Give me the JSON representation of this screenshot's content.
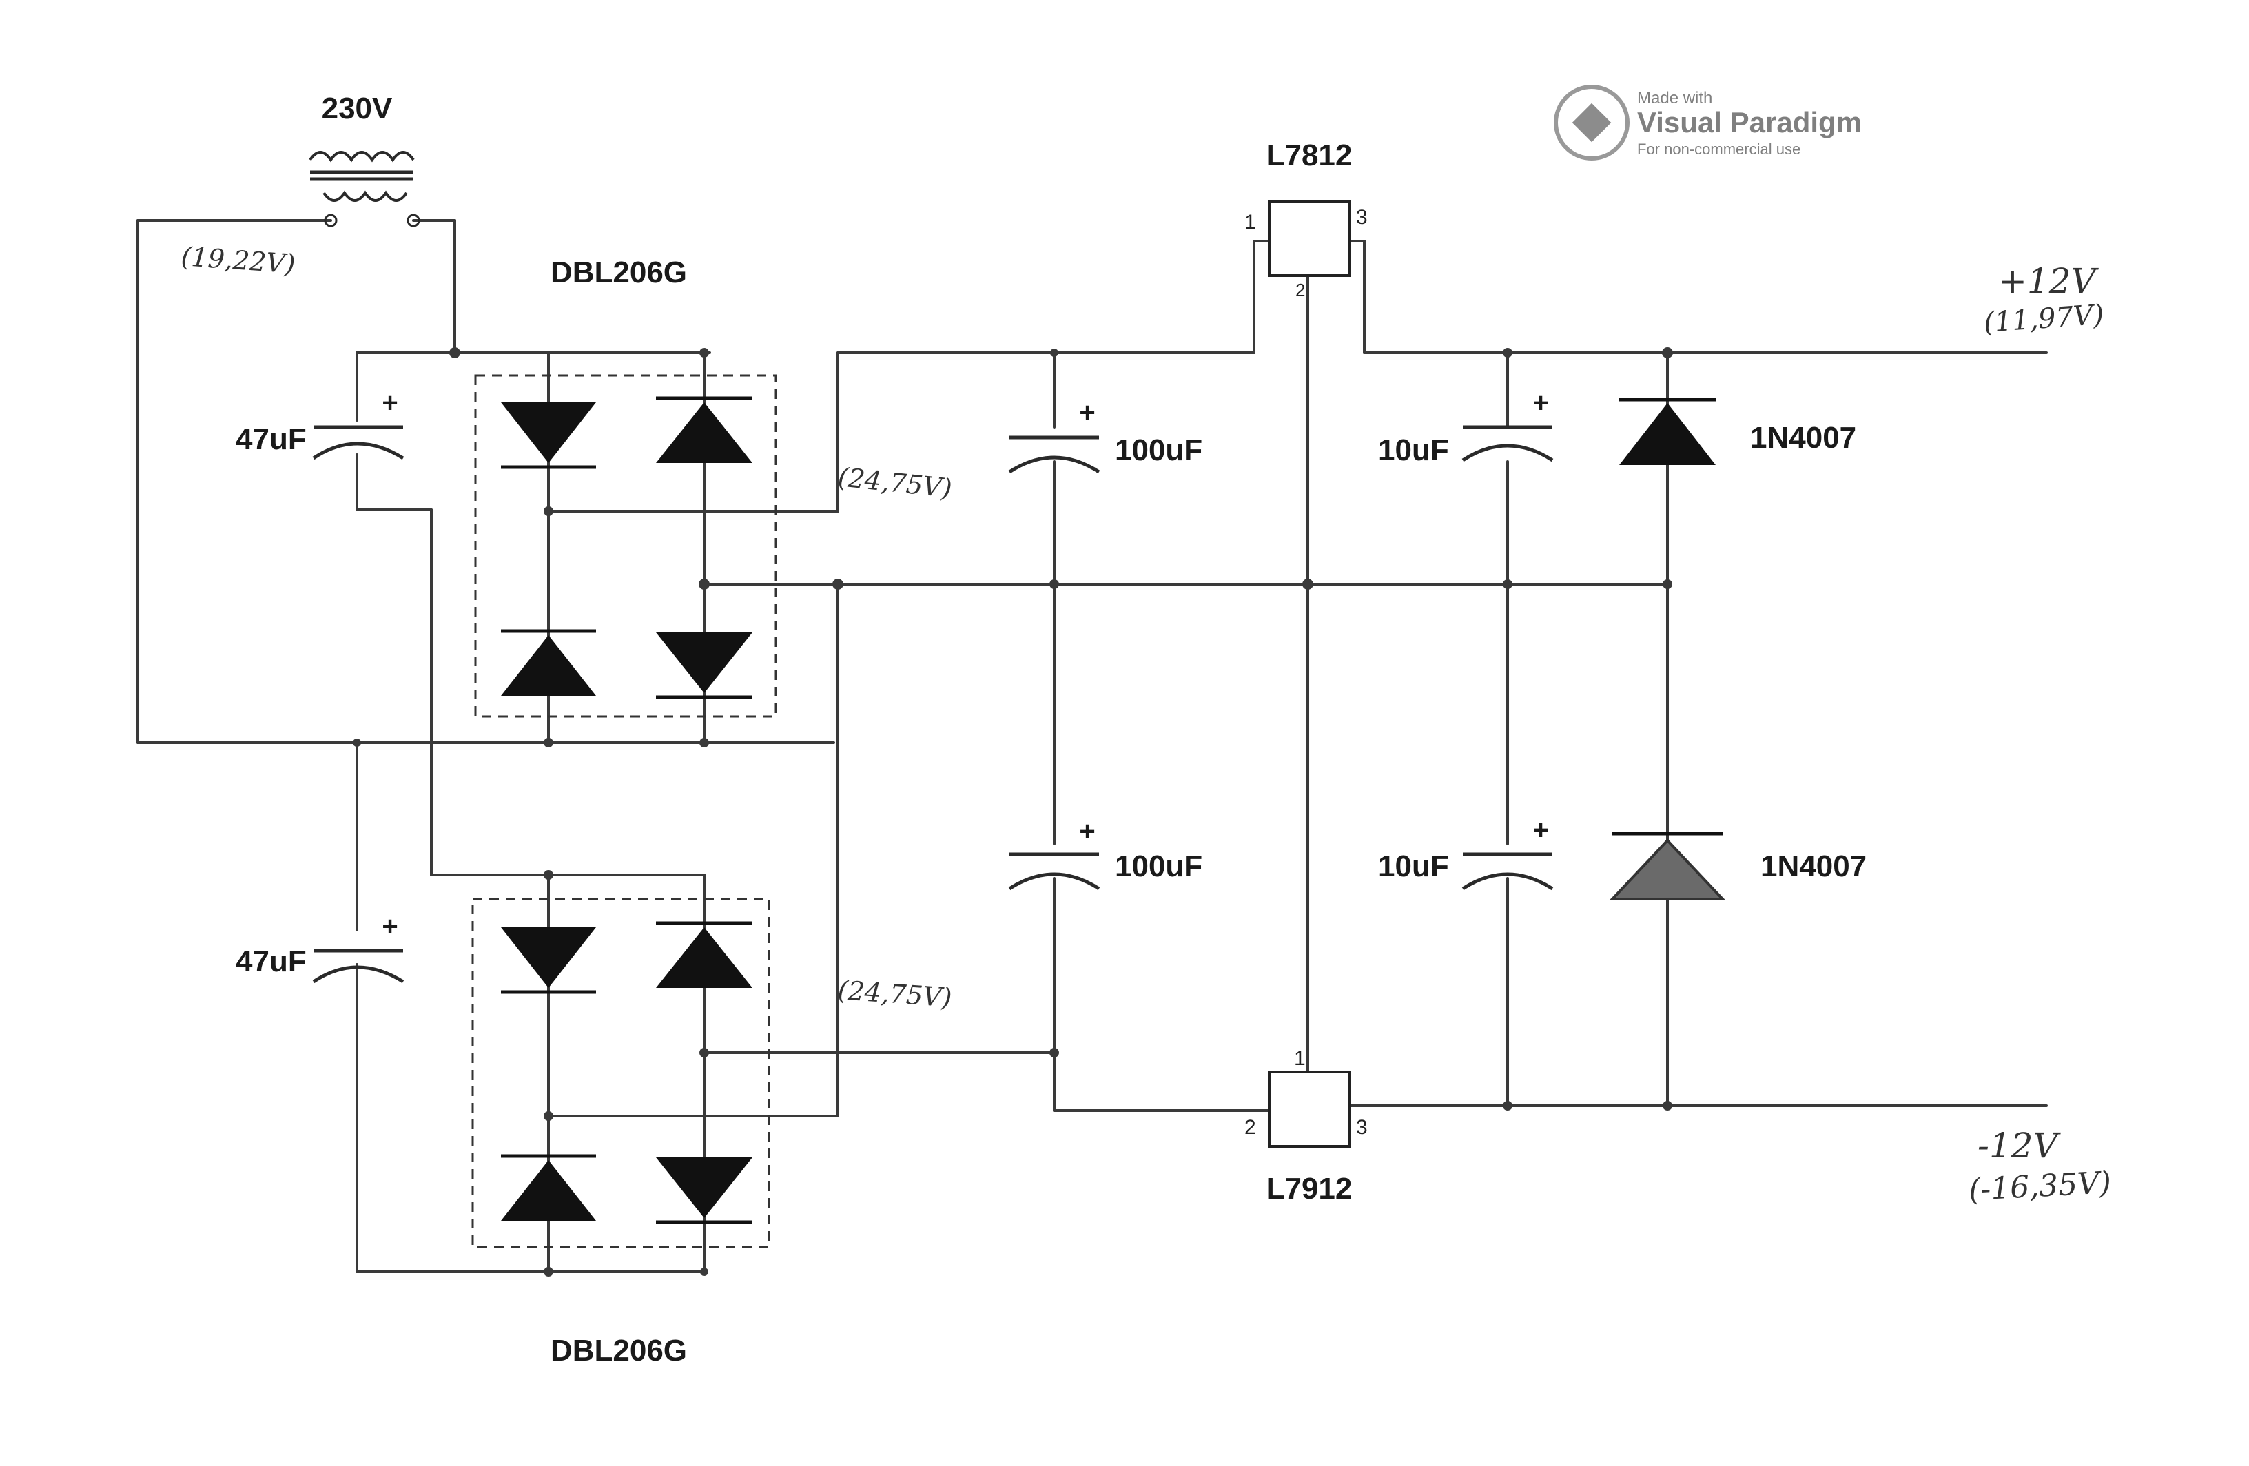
{
  "transformer": {
    "primary_label": "230V",
    "secondary_measurement": "(19,22V)"
  },
  "rectifiers": {
    "upper_label": "DBL206G",
    "lower_label": "DBL206G"
  },
  "bridge_measurements": {
    "upper": "(24,75V)",
    "lower": "(24,75V)"
  },
  "capacitors": {
    "input_upper": "47uF",
    "input_lower": "47uF",
    "mid_upper": "100uF",
    "mid_lower": "100uF",
    "out_upper": "10uF",
    "out_lower": "10uF",
    "polarity": "+"
  },
  "regulators": {
    "positive": {
      "name": "L7812",
      "pin1": "1",
      "pin2": "2",
      "pin3": "3"
    },
    "negative": {
      "name": "L7912",
      "pin1": "1",
      "pin2": "2",
      "pin3": "3"
    }
  },
  "diodes": {
    "upper": "1N4007",
    "lower": "1N4007"
  },
  "outputs": {
    "positive": {
      "label": "+12V",
      "measurement": "(11,97V)"
    },
    "negative": {
      "label": "-12V",
      "measurement": "(-16,35V)"
    }
  },
  "watermark": {
    "line1": "Made with",
    "line2": "Visual Paradigm",
    "line3": "For non-commercial use"
  },
  "colors": {
    "ink": "#1a1a1a",
    "wire": "#3a3a3a",
    "paper": "#ffffff",
    "watermark": "#555555"
  }
}
